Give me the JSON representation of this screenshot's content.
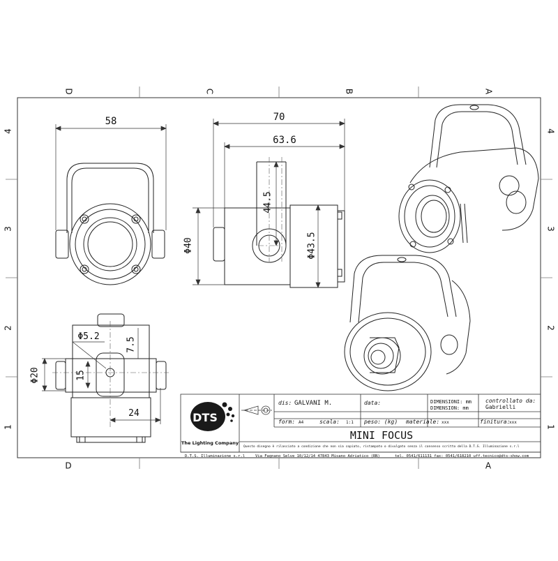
{
  "frame": {
    "zones_top": [
      "D",
      "C",
      "B",
      "A"
    ],
    "zones_bottom": [
      "D",
      "A"
    ],
    "rows_left": [
      "4",
      "3",
      "2",
      "1"
    ],
    "rows_right": [
      "4",
      "3",
      "2",
      "1"
    ]
  },
  "dimensions": {
    "front_width": "58",
    "side_length_total": "70",
    "side_length_body": "63.6",
    "bracket_height": "44.5",
    "diameter_body": "Φ40",
    "diameter_front": "Φ43.5",
    "hole_diameter": "Φ5.2",
    "offset_top": "7.5",
    "bottom_diameter": "Φ20",
    "bottom_15": "15",
    "bottom_24": "24"
  },
  "title_block": {
    "logo_text": "DTS",
    "company_tagline": "The Lighting Company",
    "dis_label": "dis:",
    "dis_value": "GALVANI M.",
    "data_label": "data:",
    "dimensioni_label_1": "DIMENSIONI: mm",
    "dimensioni_label_2": "DIMENSION: mm",
    "controllato_label": "controllato da:",
    "controllato_value": "Gabrielli",
    "form_label": "form:",
    "form_value": "A4",
    "scala_label": "scala:",
    "scala_value": "1:1",
    "peso_label": "peso: (kg)",
    "materiale_label": "materiale:",
    "materiale_value": "xxx",
    "finitura_label": "finitura:",
    "finitura_value": "xxx",
    "title": "MINI FOCUS",
    "notice": "Questo disegno è rilasciato a condizione che non sia copiato, ristampato o divulgato senza il consenso scritto della D.T.S. Illuminazione s.r.l",
    "footer_company": "D.T.S. Illuminazione s.r.l",
    "footer_address": "Via Fagnano Selve 10/12/14 47843 Misano Adriatico (RN)",
    "footer_contacts": "tel. 0541/611131 fax: 0541/618210 uff.tecnico@dts-show.com"
  }
}
